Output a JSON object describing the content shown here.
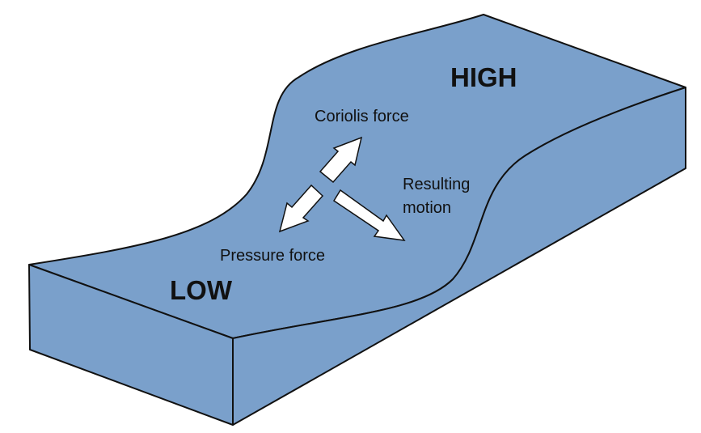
{
  "labels": {
    "high": "HIGH",
    "low": "LOW",
    "coriolis": "Coriolis force",
    "pressure": "Pressure force",
    "resulting_line1": "Resulting",
    "resulting_line2": "motion"
  },
  "colors": {
    "surface": "#7aa0cb",
    "outline": "#111111",
    "arrow_fill": "#ffffff",
    "arrow_stroke": "#111111"
  }
}
